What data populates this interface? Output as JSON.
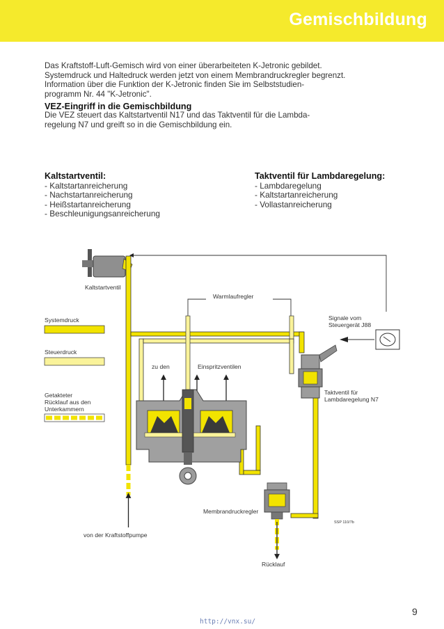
{
  "header": {
    "title": "Gemischbildung"
  },
  "intro": {
    "lines": [
      "Das Kraftstoff-Luft-Gemisch wird von einer überarbeiteten K-Jetronic gebildet.",
      "Systemdruck und Haltedruck werden jetzt von einem Membrandruckregler begrenzt.",
      "Information über die Funktion der K-Jetronic finden Sie im Selbststudien-",
      "programm Nr. 44 \"K-Jetronic\"."
    ]
  },
  "vez": {
    "title": "VEZ-Eingriff in die Gemischbildung",
    "lines": [
      "Die VEZ steuert das Kaltstartventil N17 und das Taktventil für die Lambda-",
      "regelung N7 und greift so in die Gemischbildung ein."
    ]
  },
  "kaltstart": {
    "title": "Kaltstartventil:",
    "items": [
      "Kaltstartanreicherung",
      "Nachstartanreicherung",
      "Heißstartanreicherung",
      "Beschleunigungsanreicherung"
    ]
  },
  "taktventil": {
    "title": "Taktventil für Lambdaregelung:",
    "items": [
      "Lambdaregelung",
      "Kaltstartanreicherung",
      "Vollastanreicherung"
    ]
  },
  "diagram": {
    "labels": {
      "kaltstartventil": "Kaltstartventil",
      "warmlaufregler": "Warmlaufregler",
      "signale_line1": "Signale vom",
      "signale_line2": "Steuergerät J88",
      "zu_den": "zu den",
      "einspritzventilen": "Einspritzventilen",
      "taktventil_line1": "Taktventil für",
      "taktventil_line2": "Lambdaregelung N7",
      "membrandruckregler": "Membrandruckregler",
      "von_pumpe": "von der Kraftstoffpumpe",
      "ruecklauf": "Rücklauf",
      "ssp": "SSP 110/7b"
    },
    "legend": {
      "systemdruck": "Systemdruck",
      "steuerdruck": "Steuerdruck",
      "getaktet_line1": "Getakteter",
      "getaktet_line2": "Rücklauf aus den",
      "getaktet_line3": "Unterkammern"
    },
    "colors": {
      "systemdruck": "#f2e300",
      "steuerdruck": "#faf39a",
      "getaktet": "#f2e300",
      "housing": "#9c9c9c",
      "dark": "#444444"
    }
  },
  "footer": {
    "page_number": "9",
    "url": "http://vnx.su/"
  }
}
